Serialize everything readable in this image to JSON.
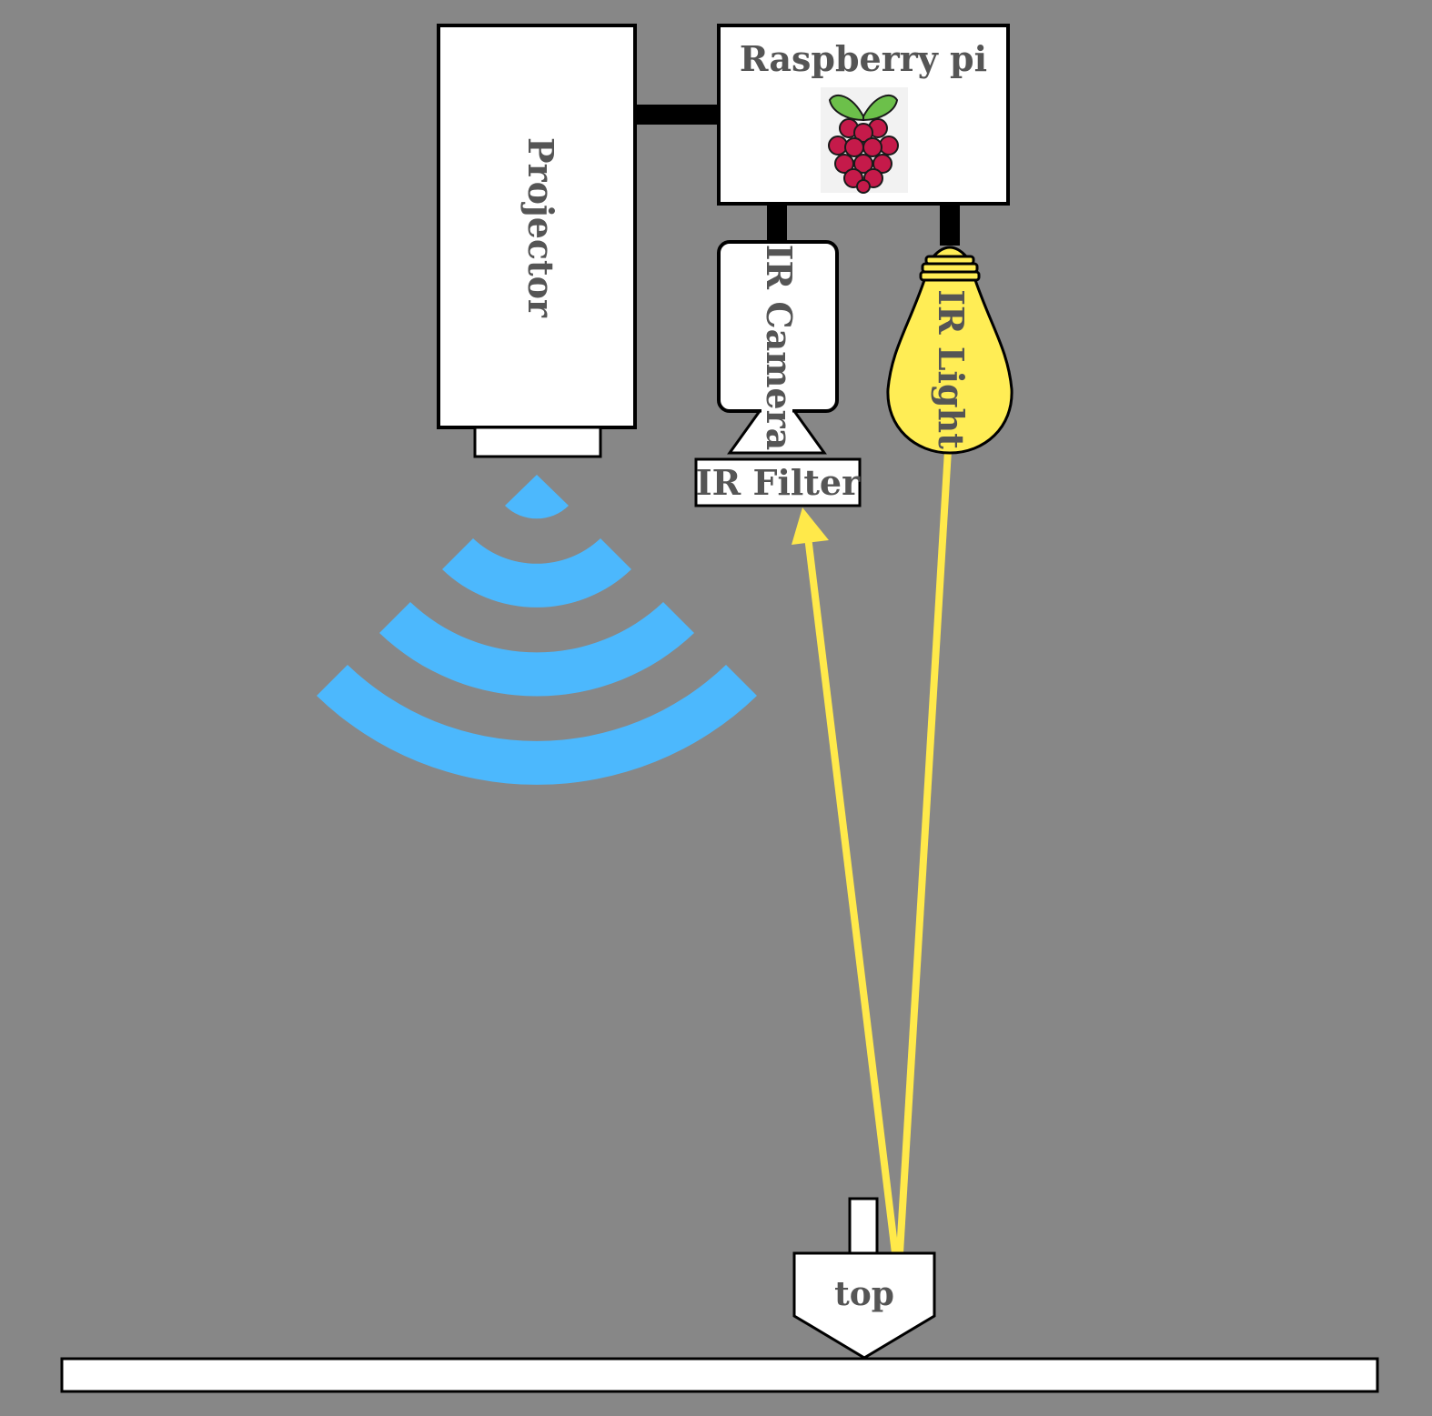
{
  "labels": {
    "raspberry_pi": "Raspberry pi",
    "projector": "Projector",
    "ir_camera": "IR Camera",
    "ir_light": "IR Light",
    "ir_filter": "IR Filter",
    "top": "top"
  },
  "icons": {
    "raspberry_logo": "raspberry-pi-logo",
    "projection_waves": "projection-waves-icon",
    "light_bulb": "light-bulb-icon"
  },
  "colors": {
    "background": "#878787",
    "box_fill": "#ffffff",
    "outline": "#000000",
    "text": "#555555",
    "waves": "#4cb8fd",
    "ir_beam": "#ffe94a",
    "bulb": "#ffed55",
    "raspberry_red": "#c51a4a",
    "leaf_green": "#6cc04a"
  }
}
